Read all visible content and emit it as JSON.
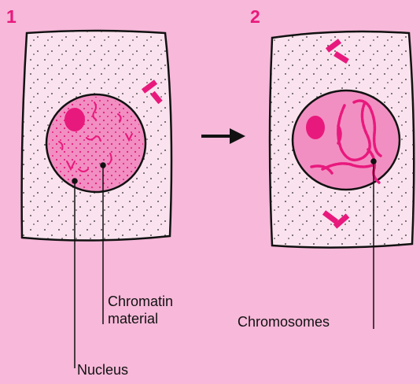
{
  "panels": [
    {
      "number": "1"
    },
    {
      "number": "2"
    }
  ],
  "labels": {
    "chromatin": [
      "Chromatin",
      "material"
    ],
    "nucleus": "Nucleus",
    "chromosomes": "Chromosomes"
  },
  "colors": {
    "background": "#f7b8d9",
    "cell": "#fae3ee",
    "nucleus": "#f28fc2",
    "nucleolus": "#e8197d",
    "accent": "#e8197d",
    "ink": "#111111"
  }
}
